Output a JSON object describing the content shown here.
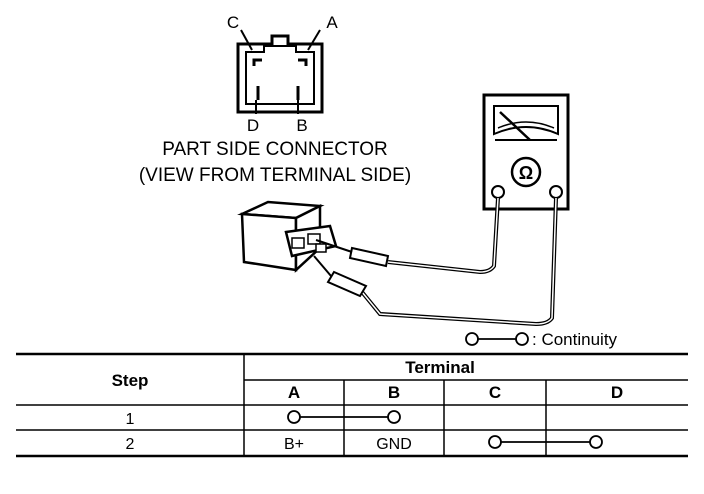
{
  "connector": {
    "pin_labels": {
      "a": "A",
      "b": "B",
      "c": "C",
      "d": "D"
    },
    "caption_line1": "PART SIDE CONNECTOR",
    "caption_line2": "(VIEW FROM TERMINAL SIDE)"
  },
  "meter": {
    "symbol": "Ω"
  },
  "legend": {
    "text": ": Continuity"
  },
  "table": {
    "step_header": "Step",
    "terminal_header": "Terminal",
    "columns": [
      "A",
      "B",
      "C",
      "D"
    ],
    "rows": [
      {
        "step": "1",
        "cells": [
          "",
          "",
          "",
          ""
        ]
      },
      {
        "step": "2",
        "cells": [
          "B+",
          "GND",
          "",
          ""
        ]
      }
    ]
  }
}
